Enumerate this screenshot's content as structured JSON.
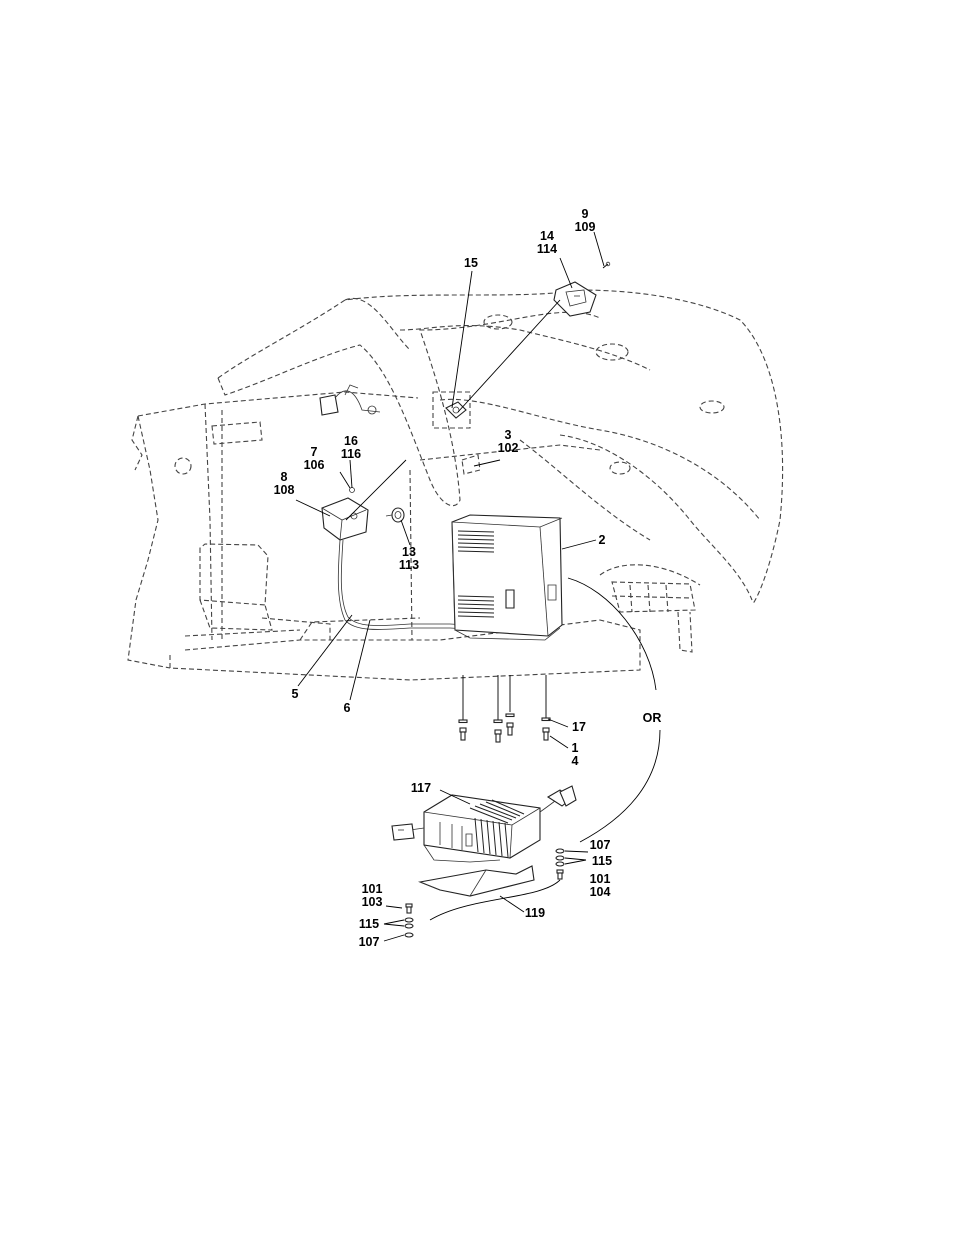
{
  "callouts": [
    {
      "id": "c9",
      "lines": [
        "9",
        "109"
      ]
    },
    {
      "id": "c14",
      "lines": [
        "14",
        "114"
      ]
    },
    {
      "id": "c15",
      "lines": [
        "15"
      ]
    },
    {
      "id": "c3",
      "lines": [
        "3",
        "102"
      ]
    },
    {
      "id": "c16",
      "lines": [
        "16",
        "116"
      ]
    },
    {
      "id": "c7",
      "lines": [
        "7",
        "106"
      ]
    },
    {
      "id": "c8",
      "lines": [
        "8",
        "108"
      ]
    },
    {
      "id": "c13",
      "lines": [
        "13",
        "113"
      ]
    },
    {
      "id": "c2",
      "lines": [
        "2"
      ]
    },
    {
      "id": "c5",
      "lines": [
        "5"
      ]
    },
    {
      "id": "c6",
      "lines": [
        "6"
      ]
    },
    {
      "id": "c17",
      "lines": [
        "17"
      ]
    },
    {
      "id": "c1",
      "lines": [
        "1",
        "4"
      ]
    },
    {
      "id": "cOR",
      "lines": [
        "OR"
      ]
    },
    {
      "id": "c117",
      "lines": [
        "117"
      ]
    },
    {
      "id": "c107r",
      "lines": [
        "107"
      ]
    },
    {
      "id": "c115r",
      "lines": [
        "115"
      ]
    },
    {
      "id": "c101r",
      "lines": [
        "101",
        "104"
      ]
    },
    {
      "id": "c101l",
      "lines": [
        "101",
        "103"
      ]
    },
    {
      "id": "c119",
      "lines": [
        "119"
      ]
    },
    {
      "id": "c115l",
      "lines": [
        "115"
      ]
    },
    {
      "id": "c107l",
      "lines": [
        "107"
      ]
    }
  ]
}
